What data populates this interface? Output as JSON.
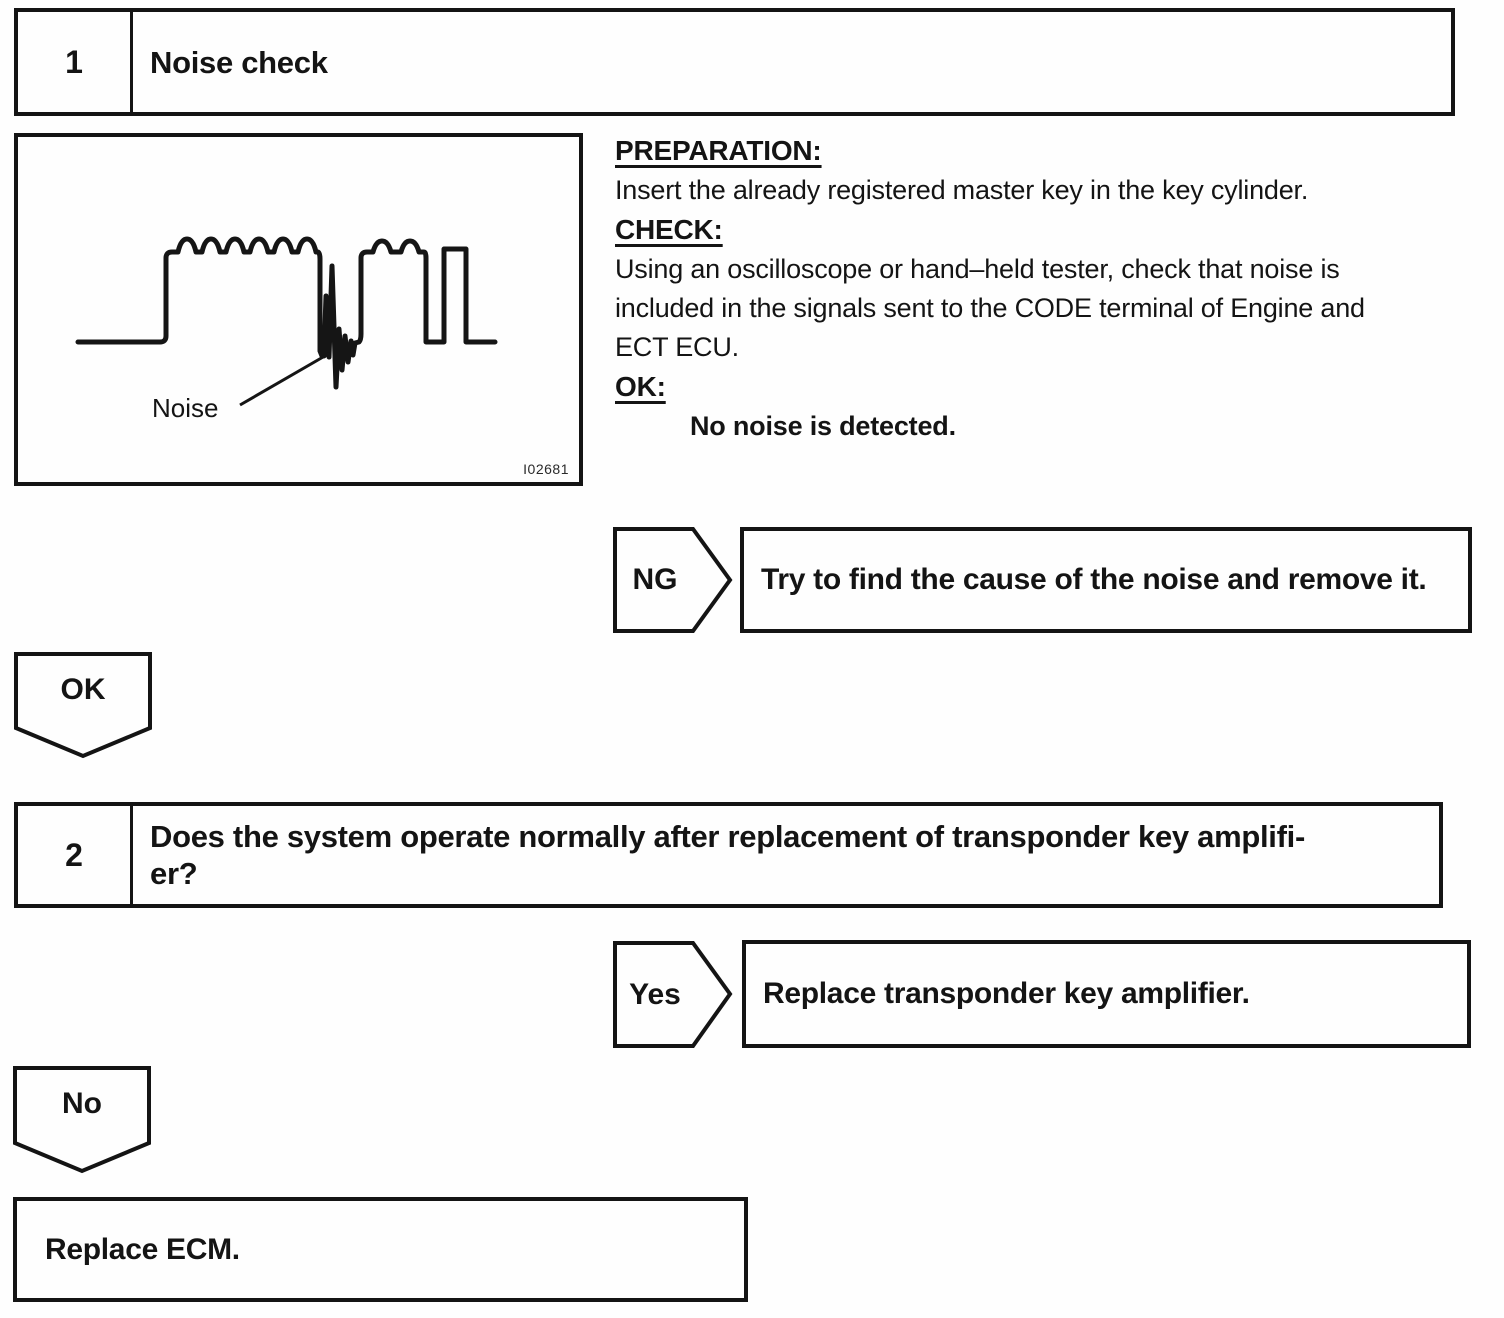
{
  "step1": {
    "number": "1",
    "title": "Noise check"
  },
  "figure": {
    "noise_label": "Noise",
    "figure_code": "I02681"
  },
  "instructions": {
    "preparation_heading": "PREPARATION:",
    "preparation_text": "Insert the already registered master key in the key cylinder.",
    "check_heading": "CHECK:",
    "check_lines": [
      "Using an oscilloscope or hand–held tester, check that noise is",
      "included in the signals sent to the CODE terminal of Engine and",
      "ECT ECU."
    ],
    "ok_heading": "OK:",
    "ok_result": "No noise is detected."
  },
  "flow": {
    "ng_label": "NG",
    "ng_action": "Try to find the cause of the noise and remove it.",
    "ok_label": "OK",
    "yes_label": "Yes",
    "yes_action": "Replace transponder key amplifier.",
    "no_label": "No",
    "final_action": "Replace ECM."
  },
  "step2": {
    "number": "2",
    "title_line1": "Does the system operate normally after replacement of transponder key amplifi-",
    "title_line2": "er?"
  }
}
